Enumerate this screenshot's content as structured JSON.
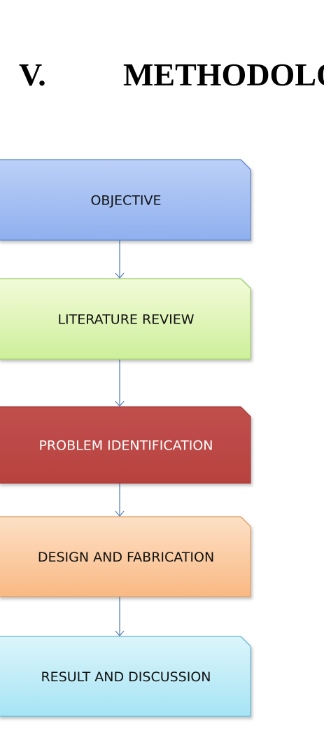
{
  "heading": {
    "number": "V.",
    "title": "METHODOLOGY"
  },
  "steps": [
    {
      "label": "OBJECTIVE",
      "fill_top": "#bcd0f7",
      "fill_bottom": "#8fb0ef",
      "stroke": "#5b82c9",
      "text_color": "#111111"
    },
    {
      "label": "LITERATURE REVIEW",
      "fill_top": "#f2fbd9",
      "fill_bottom": "#cdef9a",
      "stroke": "#9ccc6a",
      "text_color": "#111111"
    },
    {
      "label": "PROBLEM IDENTIFICATION",
      "fill_top": "#c0504d",
      "fill_bottom": "#b8423f",
      "stroke": "#a33a37",
      "text_color": "#ffffff"
    },
    {
      "label": "DESIGN AND FABRICATION",
      "fill_top": "#fde0c6",
      "fill_bottom": "#f9b983",
      "stroke": "#e09a5c",
      "text_color": "#111111"
    },
    {
      "label": "RESULT AND DISCUSSION",
      "fill_top": "#dcf5fb",
      "fill_bottom": "#a6e4f4",
      "stroke": "#5cb8d6",
      "text_color": "#111111"
    }
  ],
  "connector_color": "#5b86b8"
}
